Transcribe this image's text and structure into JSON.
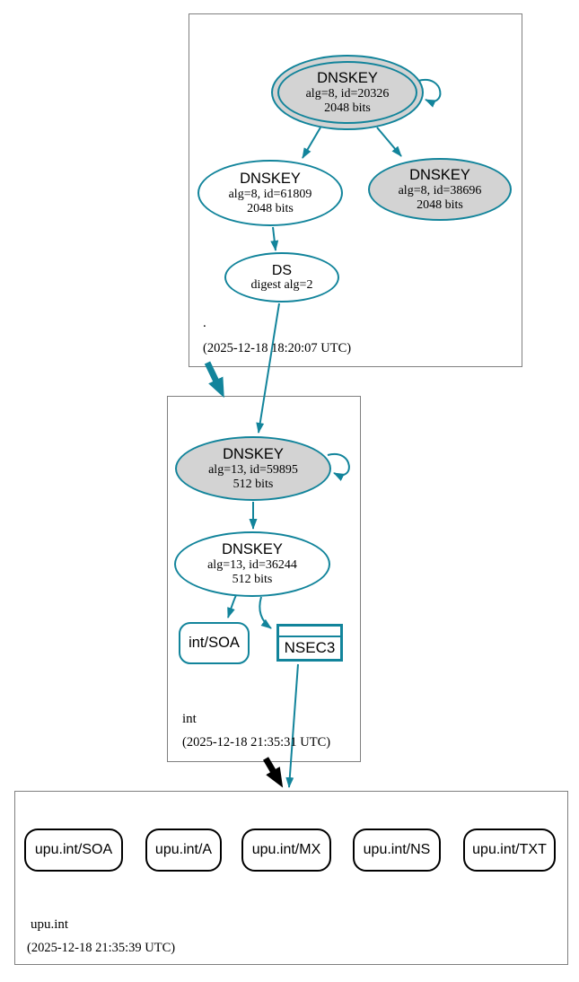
{
  "zones": {
    "root": {
      "label": ".",
      "timestamp": "(2025-12-18 18:20:07 UTC)",
      "ksk": {
        "title": "DNSKEY",
        "detail": "alg=8, id=20326",
        "bits": "2048 bits"
      },
      "zsk": {
        "title": "DNSKEY",
        "detail": "alg=8, id=61809",
        "bits": "2048 bits"
      },
      "ksk2": {
        "title": "DNSKEY",
        "detail": "alg=8, id=38696",
        "bits": "2048 bits"
      },
      "ds": {
        "title": "DS",
        "detail": "digest alg=2"
      }
    },
    "int": {
      "label": "int",
      "timestamp": "(2025-12-18 21:35:31 UTC)",
      "ksk": {
        "title": "DNSKEY",
        "detail": "alg=13, id=59895",
        "bits": "512 bits"
      },
      "zsk": {
        "title": "DNSKEY",
        "detail": "alg=13, id=36244",
        "bits": "512 bits"
      },
      "soa_label": "int/SOA",
      "nsec3_label": "NSEC3"
    },
    "upu": {
      "label": "upu.int",
      "timestamp": "(2025-12-18 21:35:39 UTC)",
      "rrsets": [
        {
          "label": "upu.int/SOA"
        },
        {
          "label": "upu.int/A"
        },
        {
          "label": "upu.int/MX"
        },
        {
          "label": "upu.int/NS"
        },
        {
          "label": "upu.int/TXT"
        }
      ]
    }
  },
  "colors": {
    "secure": "#12849b",
    "insecure": "#000000",
    "ksk_fill": "#d3d3d3",
    "box_border": "#7f7f7f"
  }
}
